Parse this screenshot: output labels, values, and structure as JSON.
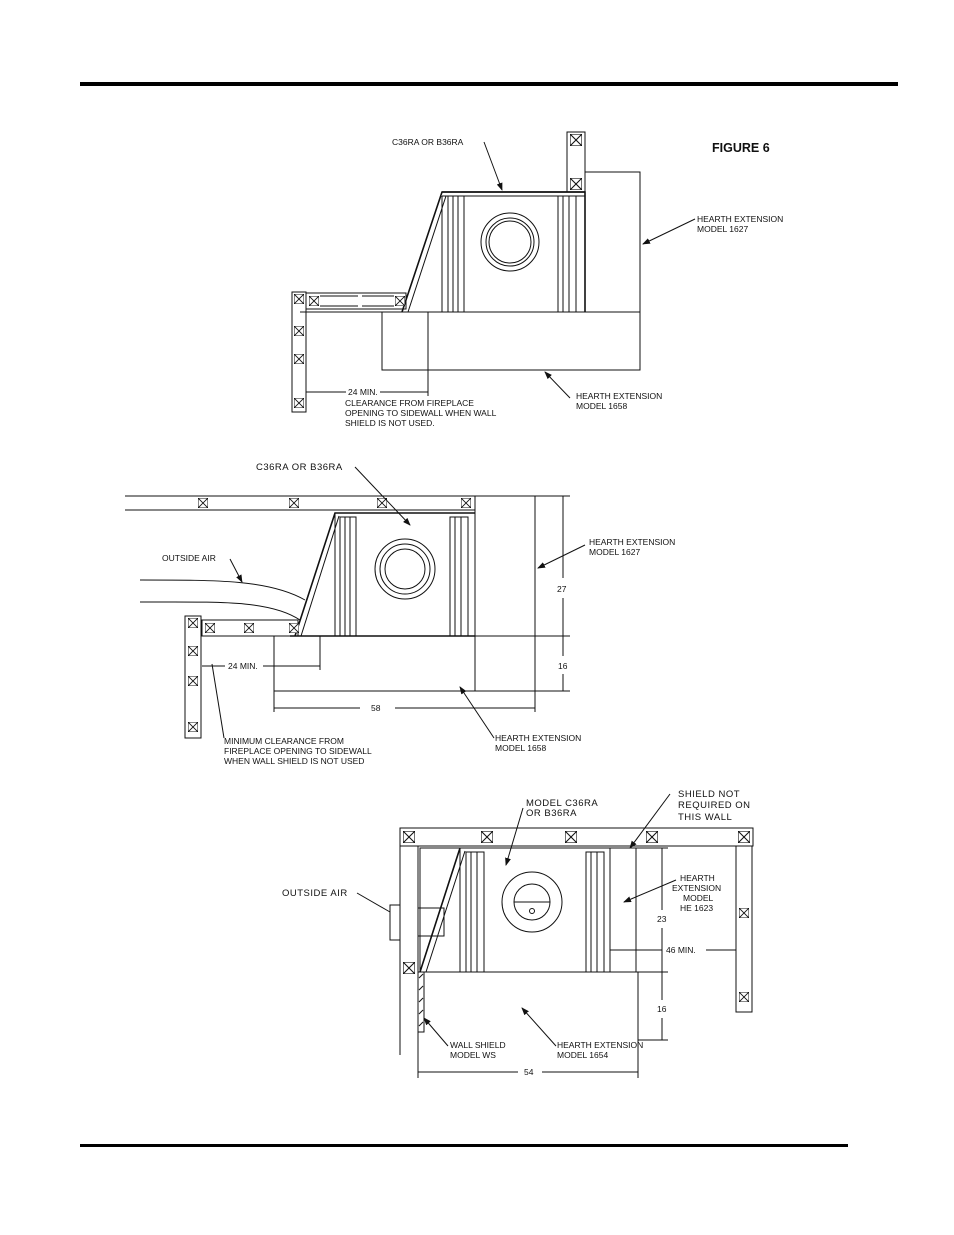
{
  "figure": {
    "title": "FIGURE 6"
  },
  "diagram1": {
    "unit_label": "C36RA  OR  B36RA",
    "hearth_ext_top": [
      "HEARTH  EXTENSION",
      "MODEL  1627"
    ],
    "hearth_ext_bottom": [
      "HEARTH  EXTENSION",
      "MODEL  1658"
    ],
    "dim_min": "24 MIN.",
    "clearance_note": [
      "CLEARANCE  FROM  FIREPLACE",
      "OPENING  TO SIDEWALL  WHEN  WALL",
      "SHIELD  IS NOT  USED."
    ]
  },
  "diagram2": {
    "unit_label": "C36RA  OR  B36RA",
    "outside_air": "OUTSIDE  AIR",
    "hearth_ext_top": [
      "HEARTH  EXTENSION",
      "MODEL  1627"
    ],
    "hearth_ext_bottom": [
      "HEARTH  EXTENSION",
      "MODEL  1658"
    ],
    "dim_min": "24  MIN.",
    "dim_27": "27",
    "dim_16": "16",
    "dim_58": "58",
    "clearance_note": [
      "MINIMUM  CLEARANCE  FROM",
      "FIREPLACE  OPENING  TO SIDEWALL",
      "WHEN  WALL  SHIELD  IS NOT  USED"
    ]
  },
  "diagram3": {
    "unit_label": [
      "MODEL  C36RA",
      "OR  B36RA"
    ],
    "shield_note": [
      "SHIELD  NOT",
      "REQUIRED  ON",
      "THIS  WALL"
    ],
    "outside_air": "OUTSIDE  AIR",
    "hearth_ext_side": [
      "HEARTH",
      "EXTENSION",
      "MODEL",
      "HE 1623"
    ],
    "dim_23": "23",
    "dim_46": "46  MIN.",
    "dim_16": "16",
    "dim_54": "54",
    "wall_shield": [
      "WALL  SHIELD",
      "MODEL  WS"
    ],
    "hearth_ext_bottom": [
      "HEARTH  EXTENSION",
      "MODEL  1654"
    ]
  }
}
